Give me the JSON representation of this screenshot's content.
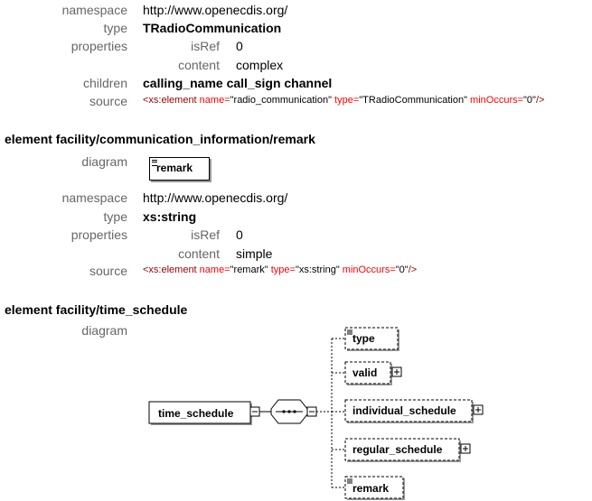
{
  "radio": {
    "namespace_label": "namespace",
    "namespace": "http://www.openecdis.org/",
    "type_label": "type",
    "type": "TRadioCommunication",
    "properties_label": "properties",
    "isref_label": "isRef",
    "isref": "0",
    "content_label": "content",
    "content": "complex",
    "children_label": "children",
    "children": "calling_name call_sign channel",
    "source_label": "source",
    "source": {
      "open": "<xs:element",
      "name_attr": " name=",
      "name_val": "\"radio_communication\"",
      "type_attr": " type=",
      "type_val": "\"TRadioCommunication\"",
      "min_attr": " minOccurs=",
      "min_val": "\"0\"",
      "close": "/>"
    }
  },
  "remark": {
    "heading": "element facility/communication_information/remark",
    "diagram_label": "diagram",
    "box": "remark",
    "namespace_label": "namespace",
    "namespace": "http://www.openecdis.org/",
    "type_label": "type",
    "type": "xs:string",
    "properties_label": "properties",
    "isref_label": "isRef",
    "isref": "0",
    "content_label": "content",
    "content": "simple",
    "source_label": "source",
    "source": {
      "open": "<xs:element",
      "name_attr": " name=",
      "name_val": "\"remark\"",
      "type_attr": " type=",
      "type_val": "\"xs:string\"",
      "min_attr": " minOccurs=",
      "min_val": "\"0\"",
      "close": "/>"
    }
  },
  "time_schedule": {
    "heading": "element facility/time_schedule",
    "diagram_label": "diagram",
    "root": "time_schedule",
    "children": [
      "type",
      "valid",
      "individual_schedule",
      "regular_schedule",
      "remark"
    ]
  }
}
